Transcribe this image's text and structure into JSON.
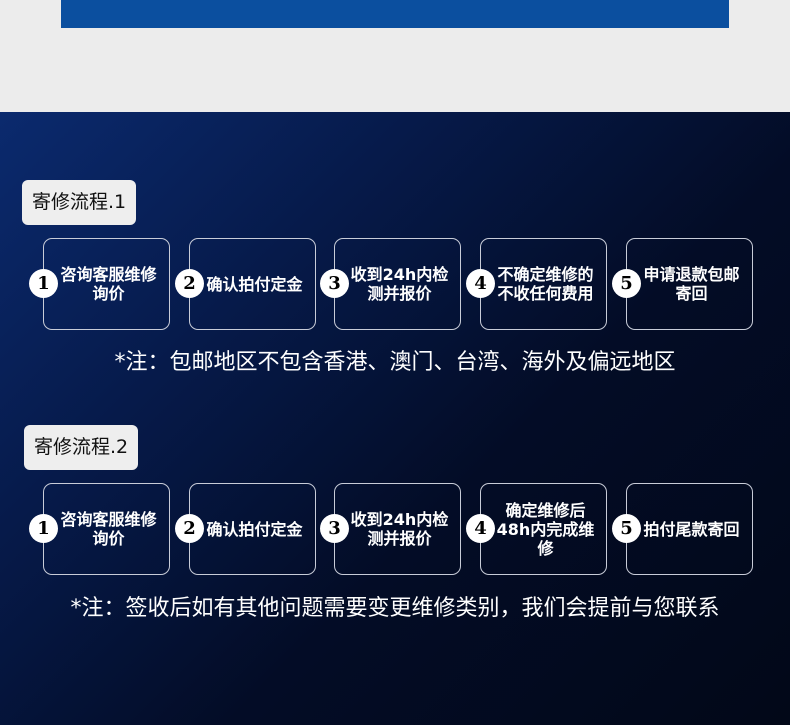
{
  "sections": [
    {
      "title": "寄修流程.1",
      "steps": [
        {
          "num": "1",
          "text": "咨询客服维修询价"
        },
        {
          "num": "2",
          "text": "确认拍付定金"
        },
        {
          "num": "3",
          "text": "收到24h内检测并报价"
        },
        {
          "num": "4",
          "text": "不确定维修的不收任何费用"
        },
        {
          "num": "5",
          "text": "申请退款包邮寄回"
        }
      ],
      "note": "*注：包邮地区不包含香港、澳门、台湾、海外及偏远地区"
    },
    {
      "title": "寄修流程.2",
      "steps": [
        {
          "num": "1",
          "text": "咨询客服维修询价"
        },
        {
          "num": "2",
          "text": "确认拍付定金"
        },
        {
          "num": "3",
          "text": "收到24h内检测并报价"
        },
        {
          "num": "4",
          "text": "确定维修后48h内完成维修"
        },
        {
          "num": "5",
          "text": "拍付尾款寄回"
        }
      ],
      "note": "*注：签收后如有其他问题需要变更维修类别，我们会提前与您联系"
    }
  ]
}
